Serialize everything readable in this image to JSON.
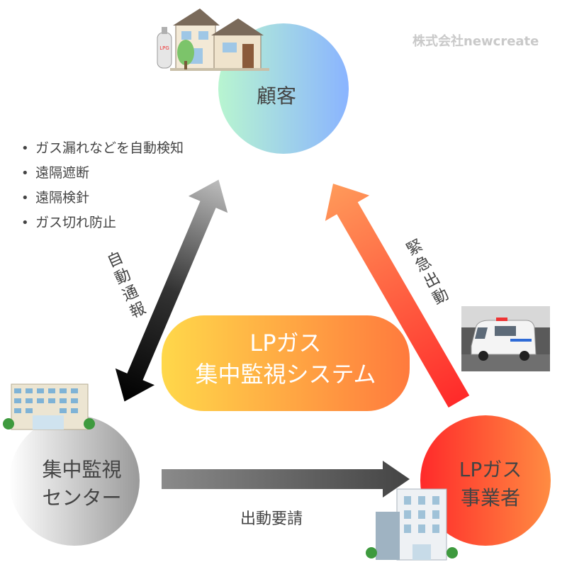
{
  "watermark": "株式会社newcreate",
  "nodes": {
    "customer": "顧客",
    "center_line1": "集中監視",
    "center_line2": "センター",
    "operator_line1": "LPガス",
    "operator_line2": "事業者"
  },
  "bullets": [
    "ガス漏れなどを自動検知",
    "遠隔遮断",
    "遠隔検針",
    "ガス切れ防止"
  ],
  "arrows": {
    "auto_report": "自動通報",
    "emergency": "緊急出動",
    "dispatch_request": "出動要請"
  },
  "system": {
    "line1": "LPガス",
    "line2": "集中監視システム"
  },
  "icons": {
    "lpg_tank_label": "LPG"
  },
  "colors": {
    "customer_circle": [
      "#b8f5d0",
      "#8ab4ff"
    ],
    "center_circle": [
      "#ffffff",
      "#9a9a9a"
    ],
    "operator_circle": [
      "#ff2a2a",
      "#ff8c42"
    ],
    "system_pill": [
      "#ffd84a",
      "#ff7a3d"
    ],
    "text": "#444444"
  }
}
